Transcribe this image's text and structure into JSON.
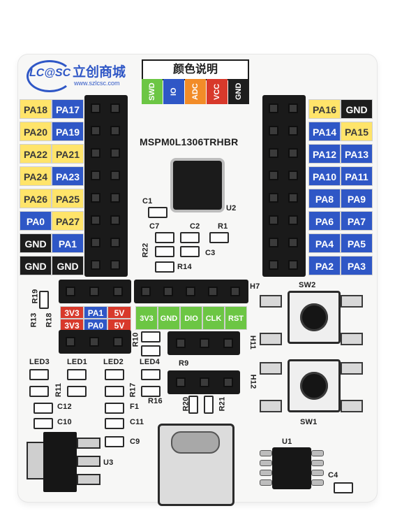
{
  "brand": {
    "logo_text": "LC@SC",
    "name_cn": "立创商城",
    "website": "www.szlcsc.com"
  },
  "legend": {
    "title": "颜色说明",
    "items": [
      {
        "label": "SWD",
        "color": "#6cc644"
      },
      {
        "label": "IO",
        "color": "#2f57c6"
      },
      {
        "label": "ADC",
        "color": "#f28c28"
      },
      {
        "label": "VCC",
        "color": "#d8392b"
      },
      {
        "label": "GND",
        "color": "#1d1d1d"
      }
    ]
  },
  "chip": {
    "part": "MSPM0L1306TRHBR",
    "ref": "U2"
  },
  "left_labels": [
    [
      "PA18",
      "PA17"
    ],
    [
      "PA20",
      "PA19"
    ],
    [
      "PA22",
      "PA21"
    ],
    [
      "PA24",
      "PA23"
    ],
    [
      "PA26",
      "PA25"
    ],
    [
      "PA0",
      "PA27"
    ],
    [
      "GND",
      "PA1"
    ],
    [
      "GND",
      "GND"
    ]
  ],
  "right_labels": [
    [
      "PA16",
      "GND"
    ],
    [
      "PA14",
      "PA15"
    ],
    [
      "PA12",
      "PA13"
    ],
    [
      "PA10",
      "PA11"
    ],
    [
      "PA8",
      "PA9"
    ],
    [
      "PA6",
      "PA7"
    ],
    [
      "PA4",
      "PA5"
    ],
    [
      "PA2",
      "PA3"
    ]
  ],
  "power_labels": [
    [
      "3V3",
      "PA1",
      "5V"
    ],
    [
      "3V3",
      "PA0",
      "5V"
    ]
  ],
  "swd_labels": [
    "3V3",
    "GND",
    "DIO",
    "CLK",
    "RST"
  ],
  "refs": {
    "c1": "C1",
    "c2": "C2",
    "c3": "C3",
    "c7": "C7",
    "r1": "R1",
    "r14": "R14",
    "r22": "R22",
    "r19": "R19",
    "r13": "R13",
    "r18": "R18",
    "h7": "H7",
    "h11": "H11",
    "h12": "H12",
    "r10": "R10",
    "r9": "R9",
    "r20": "R20",
    "r21": "R21",
    "r16": "R16",
    "r17": "R17",
    "r11": "R11",
    "led1": "LED1",
    "led2": "LED2",
    "led3": "LED3",
    "led4": "LED4",
    "c12": "C12",
    "c10": "C10",
    "f1": "F1",
    "c11": "C11",
    "c9": "C9",
    "u3": "U3",
    "u1": "U1",
    "c4": "C4",
    "sw1": "SW1",
    "sw2": "SW2"
  }
}
